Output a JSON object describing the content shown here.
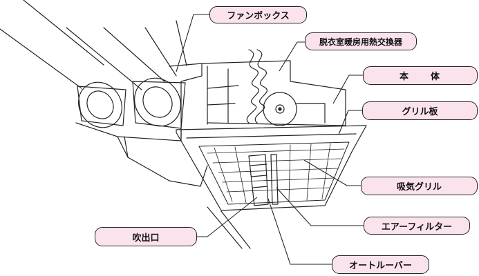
{
  "labels": {
    "fan_box": "ファンボックス",
    "heat_exchanger": "脱衣室暖房用熱交換器",
    "main_body": "本　　体",
    "grille_plate": "グリル板",
    "intake_grille": "吸気グリル",
    "outlet": "吹出口",
    "air_filter": "エアーフィルター",
    "auto_louver": "オートルーバー"
  },
  "colors": {
    "label_fill": "#fbe3ee",
    "line": "#222222"
  }
}
